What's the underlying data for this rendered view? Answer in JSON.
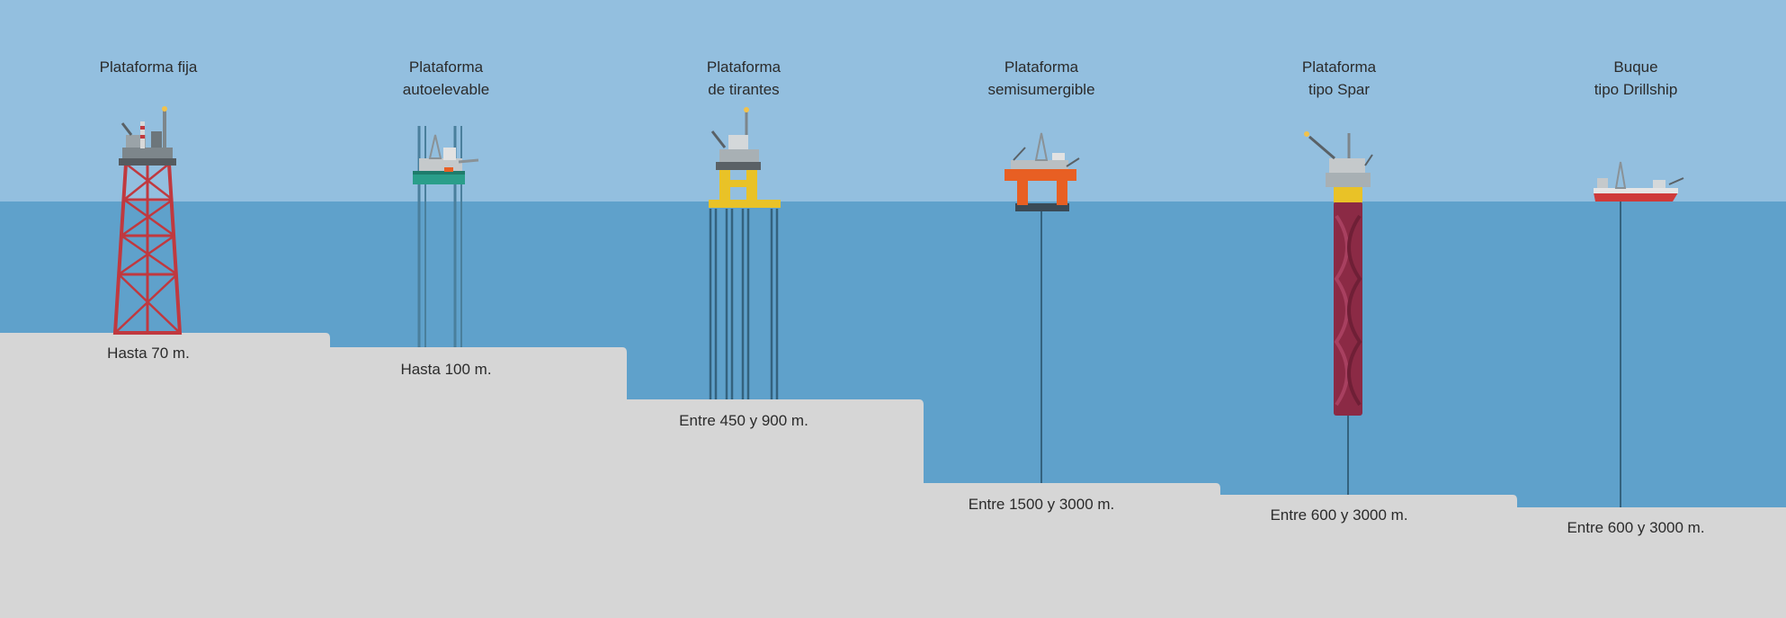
{
  "platforms": [
    {
      "name_line1": "Plataforma fija",
      "name_line2": "",
      "depth": "Hasta 70 m."
    },
    {
      "name_line1": "Plataforma",
      "name_line2": "autoelevable",
      "depth": "Hasta 100 m."
    },
    {
      "name_line1": "Plataforma",
      "name_line2": "de tirantes",
      "depth": "Entre 450 y 900 m."
    },
    {
      "name_line1": "Plataforma",
      "name_line2": "semisumergible",
      "depth": "Entre 1500 y 3000 m."
    },
    {
      "name_line1": "Plataforma",
      "name_line2": "tipo Spar",
      "depth": "Entre 600 y 3000 m."
    },
    {
      "name_line1": "Buque",
      "name_line2": "tipo Drillship",
      "depth": "Entre 600 y 3000 m."
    }
  ],
  "colors": {
    "sky": "#93bfdf",
    "sea": "#5fa1cb",
    "seabed": "#d6d6d6",
    "jacket_red": "#c0393f",
    "spar_hull": "#8b2a45",
    "semisub_orange": "#e85f23",
    "tlp_yellow": "#e9c227",
    "jackup_teal": "#2a9e8a",
    "drillship_red": "#cf3a3a"
  }
}
